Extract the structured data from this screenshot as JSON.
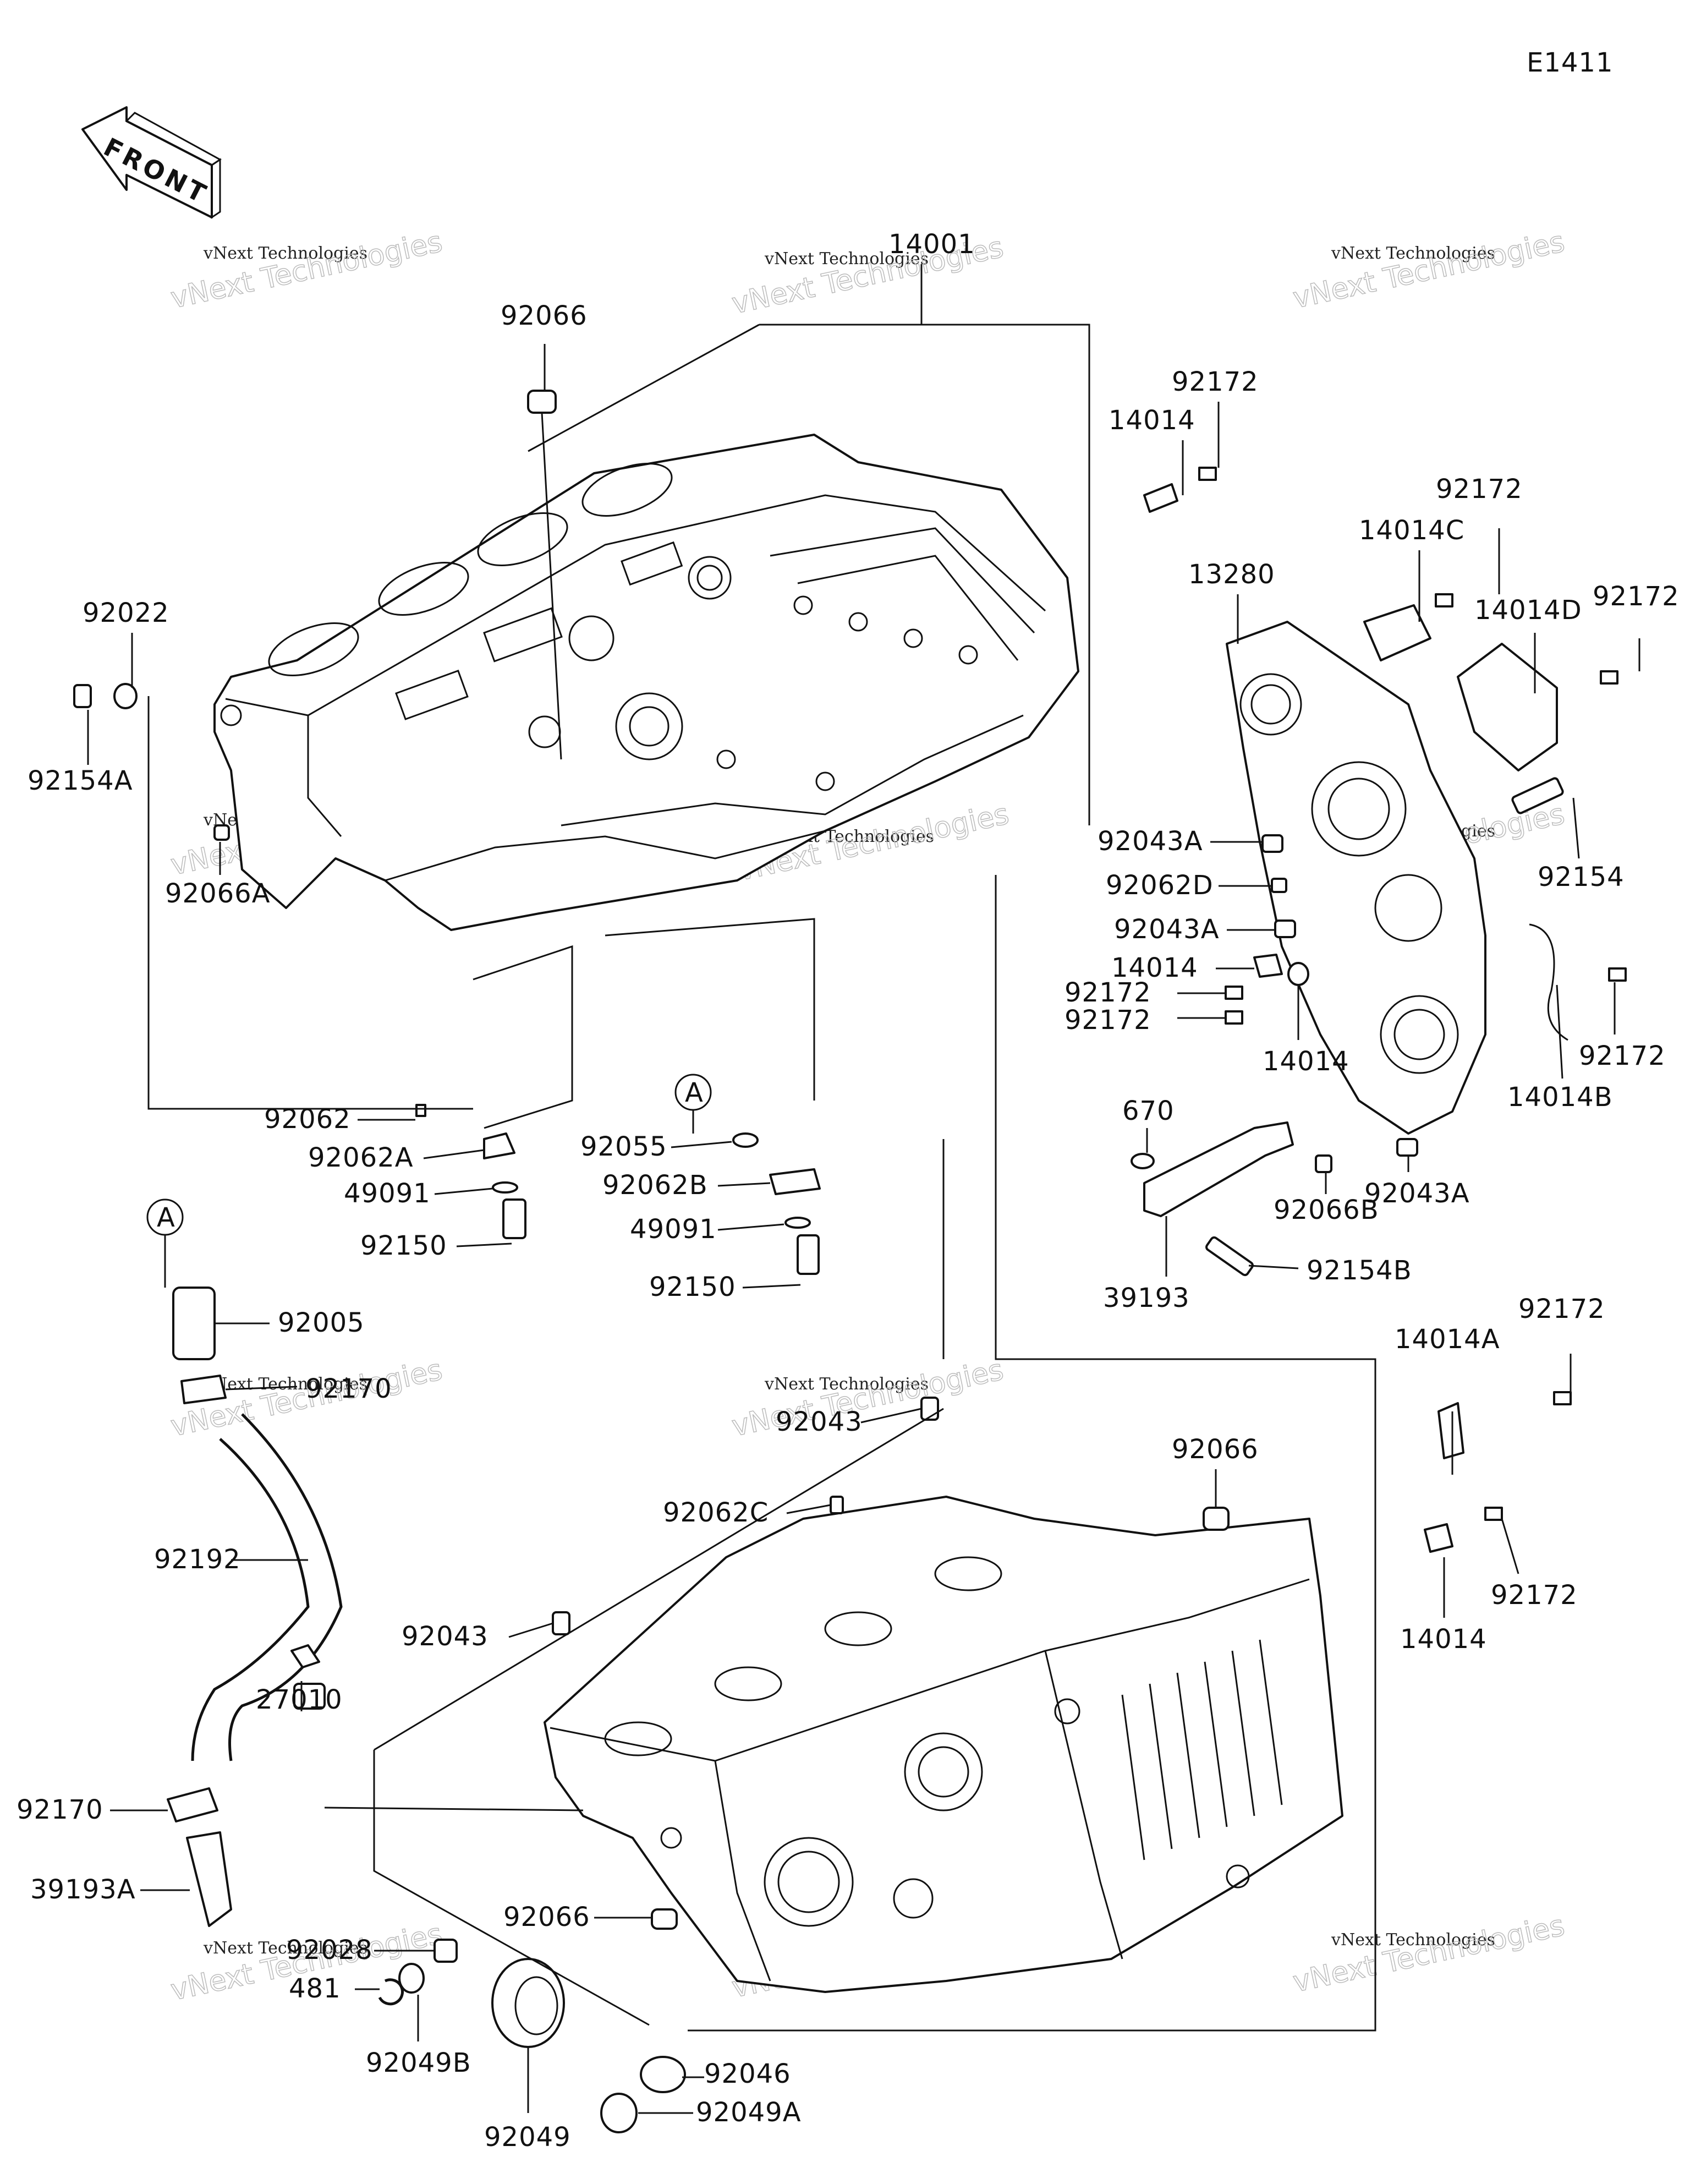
{
  "diagram_code": "E1411",
  "front_arrow_label": "FRONT",
  "ref_marker": "A",
  "watermark": {
    "line1": "vNext Technologies",
    "line2": "vNext Technologies"
  },
  "labels": {
    "p14001": "14001",
    "p92066_top": "92066",
    "p92022": "92022",
    "p92154A": "92154A",
    "p92066A": "92066A",
    "p92062": "92062",
    "p92062A": "92062A",
    "p49091_a": "49091",
    "p92150_a": "92150",
    "p92055": "92055",
    "p92062B": "92062B",
    "p49091_b": "49091",
    "p92150_b": "92150",
    "p14014_top": "14014",
    "p92172_top": "92172",
    "p14014C": "14014C",
    "p92172_c": "92172",
    "p13280": "13280",
    "p14014D": "14014D",
    "p92172_d": "92172",
    "p92043A_1": "92043A",
    "p92154": "92154",
    "p92062D": "92062D",
    "p92043A_2": "92043A",
    "p14014_mid": "14014",
    "p92172_m1": "92172",
    "p92172_m2": "92172",
    "p14014_mid2": "14014",
    "p92172_r": "92172",
    "p14014B": "14014B",
    "p92043A_3": "92043A",
    "p670": "670",
    "p92066B": "92066B",
    "p92154B": "92154B",
    "p39193": "39193",
    "p92005": "92005",
    "p92170_a": "92170",
    "p92192": "92192",
    "p92170_b": "92170",
    "p39193A": "39193A",
    "p27010": "27010",
    "p92043_top": "92043",
    "p92062C": "92062C",
    "p92043_mid": "92043",
    "p92066_low": "92066",
    "p92066_bot": "92066",
    "p14014A": "14014A",
    "p92172_low1": "92172",
    "p92172_low2": "92172",
    "p14014_low": "14014",
    "p92028": "92028",
    "p481": "481",
    "p92049B": "92049B",
    "p92049": "92049",
    "p92046": "92046",
    "p92049A": "92049A"
  }
}
